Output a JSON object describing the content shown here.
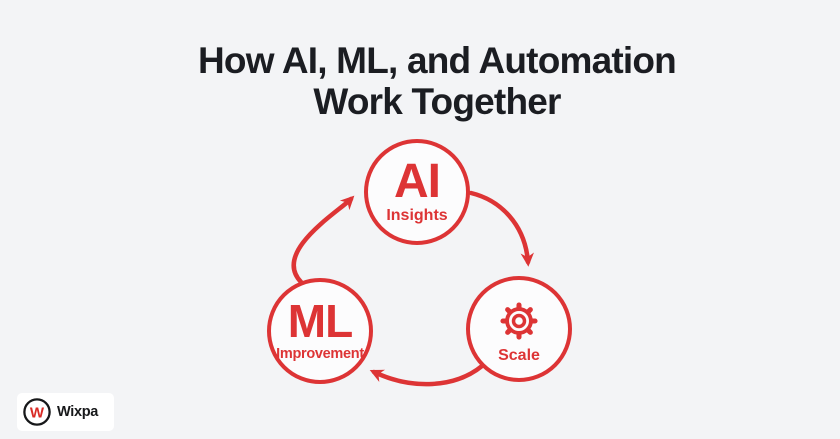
{
  "page": {
    "background": "#f3f4f6"
  },
  "title": {
    "line1": "How AI, ML, and Automation",
    "line2": "Work Together"
  },
  "diagram": {
    "accent_color": "#dd3435",
    "nodes": {
      "ai": {
        "label": "AI",
        "sublabel": "Insights"
      },
      "ml": {
        "label": "ML",
        "sublabel": "Improvement"
      },
      "scale": {
        "icon": "gear-icon",
        "sublabel": "Scale"
      }
    },
    "arrows": [
      {
        "from": "ai",
        "to": "scale"
      },
      {
        "from": "scale",
        "to": "ml"
      },
      {
        "from": "ml",
        "to": "ai"
      }
    ]
  },
  "logo": {
    "monogram": "W",
    "text": "Wixpa"
  }
}
